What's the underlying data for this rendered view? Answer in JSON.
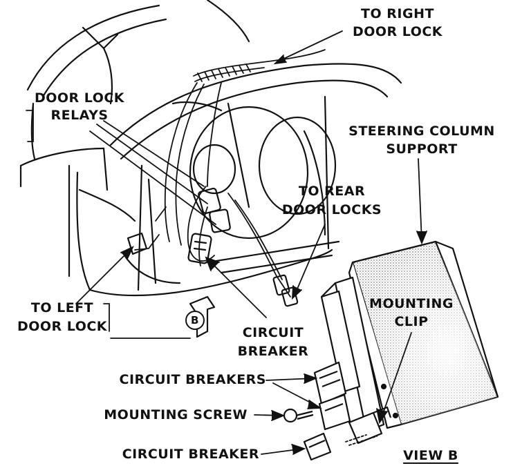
{
  "diagram": {
    "labels": {
      "to_right_door_lock_1": "TO RIGHT",
      "to_right_door_lock_2": "DOOR LOCK",
      "door_lock_relays_1": "DOOR LOCK",
      "door_lock_relays_2": "RELAYS",
      "steering_column_support_1": "STEERING COLUMN",
      "steering_column_support_2": "SUPPORT",
      "to_rear_door_locks_1": "TO REAR",
      "to_rear_door_locks_2": "DOOR LOCKS",
      "mounting_clip_1": "MOUNTING",
      "mounting_clip_2": "CLIP",
      "to_left_door_lock_1": "TO LEFT",
      "to_left_door_lock_2": "DOOR LOCK",
      "circuit_breaker_main_1": "CIRCUIT",
      "circuit_breaker_main_2": "BREAKER",
      "circuit_breakers": "CIRCUIT BREAKERS",
      "mounting_screw": "MOUNTING SCREW",
      "circuit_breaker_lower": "CIRCUIT BREAKER",
      "view_b": "VIEW B",
      "view_marker": "B"
    }
  }
}
